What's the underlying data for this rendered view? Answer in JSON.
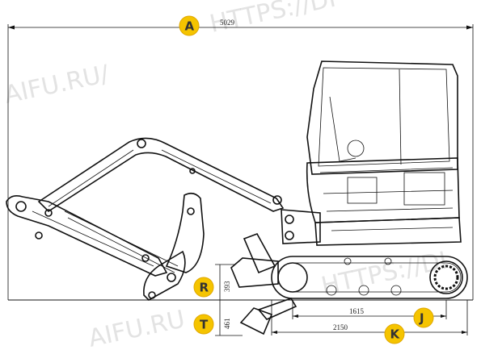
{
  "diagram": {
    "watermarks": [
      "HTTPS://DI",
      "AIFU.RU/",
      "AIFU.RU",
      "HTTPS://DI"
    ],
    "dimensions": {
      "overall_length": "5029",
      "blade_height": "393",
      "blade_depth": "461",
      "track_contact": "1615",
      "track_length": "2150"
    },
    "badges": {
      "a": "A",
      "r": "R",
      "t": "T",
      "j": "J",
      "k": "K"
    },
    "colors": {
      "badge": "#f5c400",
      "line": "#111111"
    }
  }
}
